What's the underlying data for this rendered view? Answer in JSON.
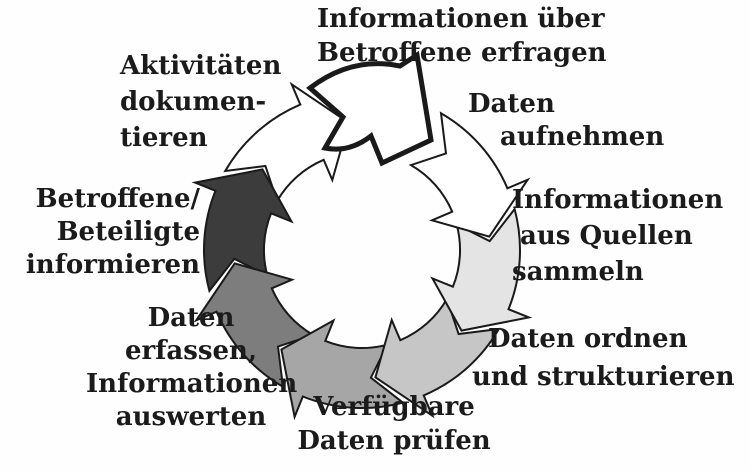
{
  "diagram": {
    "type": "cycle",
    "direction": "clockwise",
    "background_color": "#fefefe",
    "text_color": "#1b1b1b",
    "outline_color": "#1a1a1a",
    "steps": [
      {
        "name": "informationen-ueber-betroffene-erfragen",
        "lines": [
          "Informationen über",
          "Betroffene erfragen"
        ],
        "fill": "#ffffff",
        "emphasis": "bold-outline",
        "position": "top-entry"
      },
      {
        "name": "daten-aufnehmen",
        "lines": [
          "Daten",
          "aufnehmen"
        ],
        "fill": "#ffffff",
        "position": "top-right"
      },
      {
        "name": "informationen-aus-quellen-sammeln",
        "lines": [
          "Informationen",
          "aus Quellen",
          "sammeln"
        ],
        "fill": "#e4e4e4",
        "position": "right"
      },
      {
        "name": "daten-ordnen-und-strukturieren",
        "lines": [
          "Daten ordnen",
          "und strukturieren"
        ],
        "fill": "#c6c6c6",
        "position": "bottom-right"
      },
      {
        "name": "verfuegbare-daten-pruefen",
        "lines": [
          "Verfügbare",
          "Daten prüfen"
        ],
        "fill": "#a6a6a6",
        "position": "bottom"
      },
      {
        "name": "daten-erfassen-informationen-auswerten",
        "lines": [
          "Daten",
          "erfassen,",
          "Informationen",
          "auswerten"
        ],
        "fill": "#7d7d7d",
        "position": "bottom-left"
      },
      {
        "name": "betroffene-beteiligte-informieren",
        "lines": [
          "Betroffene/",
          "Beteiligte",
          "informieren"
        ],
        "fill": "#3c3c3c",
        "position": "left"
      },
      {
        "name": "aktivitaeten-dokumentieren",
        "lines": [
          "Aktivitäten",
          "dokumen-",
          "tieren"
        ],
        "fill": "#ffffff",
        "position": "top-left"
      }
    ]
  }
}
